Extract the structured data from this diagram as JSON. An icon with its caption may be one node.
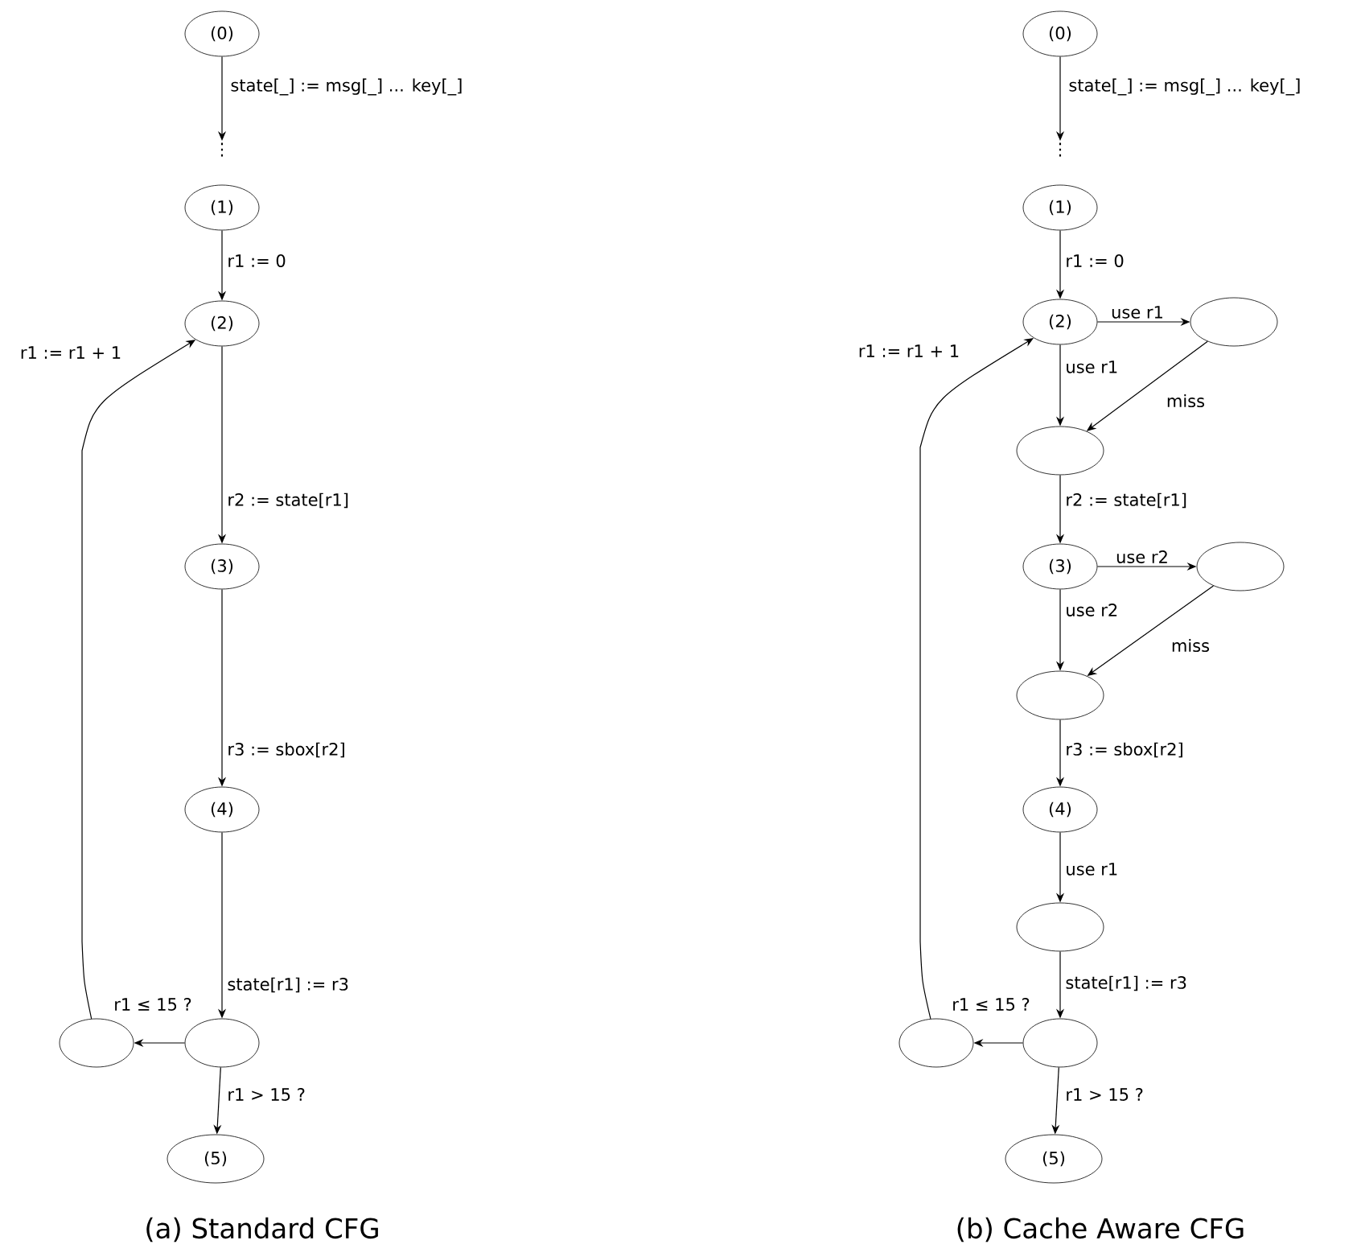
{
  "diagram": {
    "nodes": [
      {
        "text": [
          "(0)"
        ]
      },
      {
        "text": [
          "⋮"
        ]
      },
      {
        "text": [
          "(1)"
        ]
      },
      {
        "text": [
          "(2)"
        ]
      },
      {
        "text": [
          "(3)"
        ]
      },
      {
        "text": [
          "(4)"
        ]
      },
      {
        "text": [],
        "shape": "ellipse"
      },
      {
        "text": [],
        "shape": "ellipse"
      },
      {
        "text": [
          "(5)"
        ]
      },
      {
        "text": [
          "(0)"
        ]
      },
      {
        "text": [
          "⋮"
        ]
      },
      {
        "text": [
          "(1)"
        ]
      },
      {
        "text": [
          "(2)"
        ]
      },
      {
        "text": [],
        "shape": "ellipse"
      },
      {
        "text": [],
        "shape": "ellipse"
      },
      {
        "text": [
          "(3)"
        ]
      },
      {
        "text": [],
        "shape": "ellipse"
      },
      {
        "text": [],
        "shape": "ellipse"
      },
      {
        "text": [
          "(4)"
        ]
      },
      {
        "text": [],
        "shape": "ellipse"
      },
      {
        "text": [],
        "shape": "ellipse"
      },
      {
        "text": [],
        "shape": "ellipse"
      },
      {
        "text": [
          "(5)"
        ]
      }
    ],
    "edges": [
      {
        "from": 0,
        "to": 1,
        "arrow": "to",
        "label": "state[_] := msg[_] ... key[_]"
      },
      {
        "from": 2,
        "to": 3,
        "arrow": "to",
        "label": "r1 := 0"
      },
      {
        "from": 3,
        "to": 4,
        "arrow": "to",
        "label": "r2 := state[r1]"
      },
      {
        "from": 4,
        "to": 5,
        "arrow": "to",
        "label": "r3 := sbox[r2]"
      },
      {
        "from": 5,
        "to": 6,
        "arrow": "to",
        "label": "state[r1] := r3"
      },
      {
        "from": 6,
        "to": 7,
        "arrow": "to",
        "label": "r1 ≤ 15 ?"
      },
      {
        "from": 7,
        "to": 3,
        "arrow": "to",
        "label": "r1 := r1 + 1"
      },
      {
        "from": 6,
        "to": 8,
        "arrow": "to",
        "label": "r1 > 15 ?"
      },
      {
        "from": 9,
        "to": 10,
        "arrow": "to",
        "label": "state[_] := msg[_] ... key[_]"
      },
      {
        "from": 11,
        "to": 12,
        "arrow": "to",
        "label": "r1 := 0"
      },
      {
        "from": 12,
        "to": 13,
        "arrow": "to",
        "label": "use r1"
      },
      {
        "from": 12,
        "to": 14,
        "arrow": "to",
        "label": "use r1"
      },
      {
        "from": 13,
        "to": 14,
        "arrow": "to",
        "label": "miss"
      },
      {
        "from": 14,
        "to": 15,
        "arrow": "to",
        "label": "r2 := state[r1]"
      },
      {
        "from": 15,
        "to": 16,
        "arrow": "to",
        "label": "use r2"
      },
      {
        "from": 15,
        "to": 17,
        "arrow": "to",
        "label": "use r2"
      },
      {
        "from": 16,
        "to": 17,
        "arrow": "to",
        "label": "miss"
      },
      {
        "from": 17,
        "to": 18,
        "arrow": "to",
        "label": "r3 := sbox[r2]"
      },
      {
        "from": 18,
        "to": 19,
        "arrow": "to",
        "label": "use r1"
      },
      {
        "from": 19,
        "to": 20,
        "arrow": "to",
        "label": "state[r1] := r3"
      },
      {
        "from": 20,
        "to": 21,
        "arrow": "to",
        "label": "r1 ≤ 15 ?"
      },
      {
        "from": 21,
        "to": 12,
        "arrow": "to",
        "label": "r1 := r1 + 1"
      },
      {
        "from": 20,
        "to": 22,
        "arrow": "to",
        "label": "r1 > 15 ?"
      }
    ],
    "labels": [
      "(a) Standard CFG",
      "(b) Cache Aware CFG"
    ]
  }
}
